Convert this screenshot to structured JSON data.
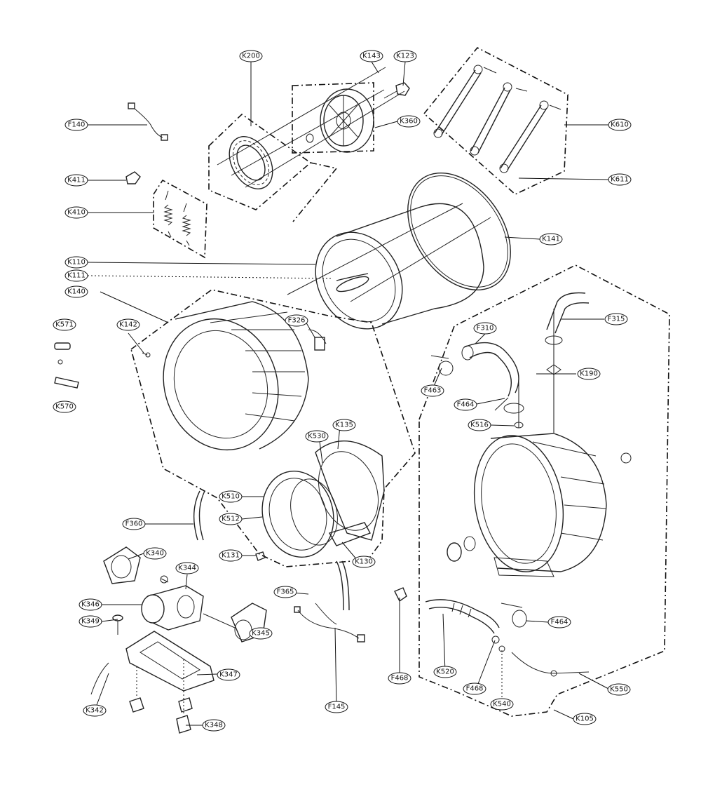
{
  "labels": {
    "K200": "K200",
    "K143": "K143",
    "K123": "K123",
    "F140": "F140",
    "K360": "K360",
    "K610": "K610",
    "K411": "K411",
    "K611": "K611",
    "K410": "K410",
    "K141": "K141",
    "K110": "K110",
    "K111": "K111",
    "K140": "K140",
    "K571": "K571",
    "K142": "K142",
    "F326": "F326",
    "F310": "F310",
    "F315": "F315",
    "F463": "F463",
    "K190": "K190",
    "F464a": "F464",
    "K570": "K570",
    "K516": "K516",
    "K530": "K530",
    "K135": "K135",
    "K510": "K510",
    "K512": "K512",
    "F360": "F360",
    "K131": "K131",
    "K130": "K130",
    "K340": "K340",
    "K344": "K344",
    "K346": "K346",
    "K349": "K349",
    "K345": "K345",
    "K347": "K347",
    "K342": "K342",
    "K348": "K348",
    "F365": "F365",
    "F145": "F145",
    "F468a": "F468",
    "K520": "K520",
    "F468b": "F468",
    "K540": "K540",
    "F464b": "F464",
    "K550": "K550",
    "K105": "K105"
  }
}
